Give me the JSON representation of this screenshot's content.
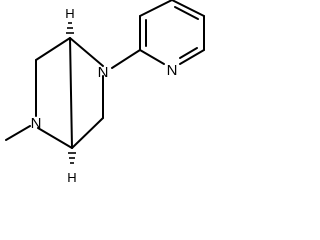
{
  "molecule": {
    "atoms": {
      "n_pyridine": "N",
      "n_bridge_right": "N",
      "n_bridge_left": "N",
      "h_top": "H",
      "h_bottom": "H"
    }
  }
}
